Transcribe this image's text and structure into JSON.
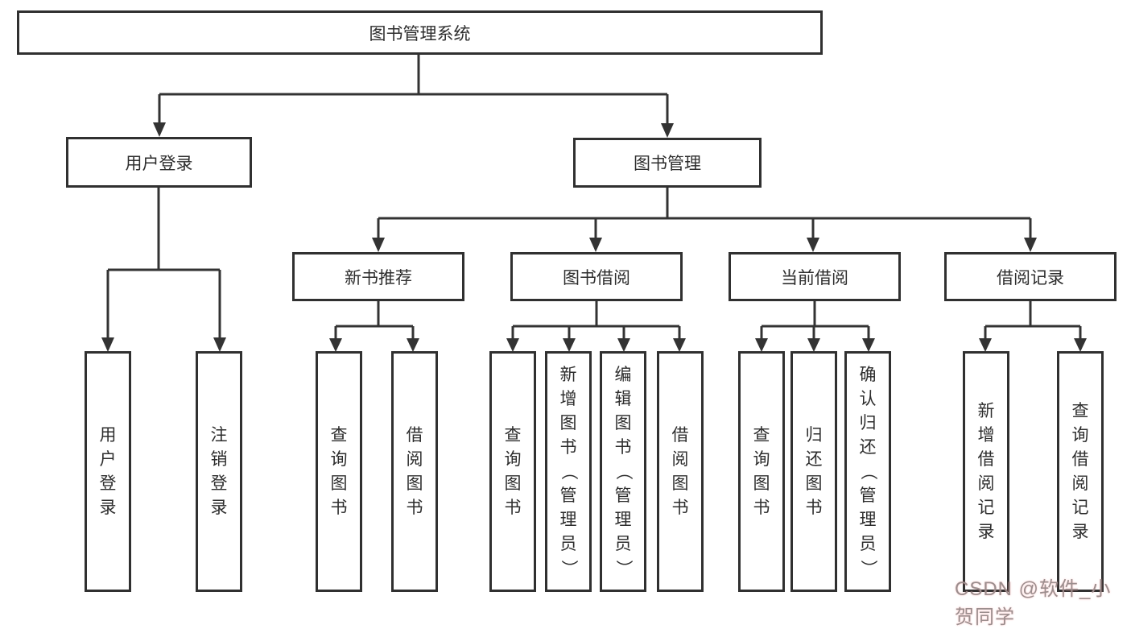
{
  "diagram": {
    "root": {
      "label": "图书管理系统"
    },
    "branches": {
      "user_login": {
        "label": "用户登录",
        "children": [
          "用户登录",
          "注销登录"
        ]
      },
      "book_mgmt": {
        "label": "图书管理"
      }
    },
    "sections": {
      "new_book": {
        "label": "新书推荐",
        "children": [
          "查询图书",
          "借阅图书"
        ]
      },
      "borrow": {
        "label": "图书借阅",
        "children": [
          "查询图书",
          "新增图书（管理员）",
          "编辑图书（管理员）",
          "借阅图书"
        ]
      },
      "current": {
        "label": "当前借阅",
        "children": [
          "查询图书",
          "归还图书",
          "确认归还（管理员）"
        ]
      },
      "records": {
        "label": "借阅记录",
        "children": [
          "新增借阅记录",
          "查询借阅记录"
        ]
      }
    }
  },
  "watermark": {
    "text": "CSDN @软件_小贺同学"
  },
  "colors": {
    "line": "#333333",
    "box_border": "#303030",
    "background": "#ffffff",
    "watermark": "#9b8e8e"
  }
}
